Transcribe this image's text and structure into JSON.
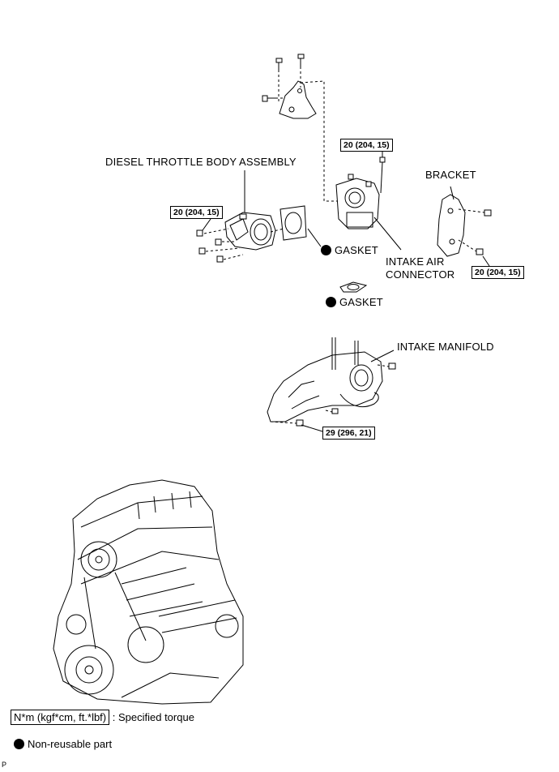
{
  "labels": {
    "throttle_body": "DIESEL THROTTLE BODY ASSEMBLY",
    "gasket_1": "GASKET",
    "intake_air_connector_1": "INTAKE AIR",
    "intake_air_connector_2": "CONNECTOR",
    "bracket": "BRACKET",
    "gasket_2": "GASKET",
    "intake_manifold": "INTAKE MANIFOLD"
  },
  "torques": {
    "top": "20 (204, 15)",
    "throttle": "20 (204, 15)",
    "bracket": "20 (204, 15)",
    "manifold": "29 (296, 21)"
  },
  "legend": {
    "torque_unit": "N*m (kgf*cm, ft.*lbf)",
    "torque_desc": ": Specified torque",
    "non_reusable": "Non-reusable part"
  },
  "page_code": "P",
  "colors": {
    "ink": "#000000",
    "paper": "#ffffff",
    "shade": "#d9d9d9"
  }
}
